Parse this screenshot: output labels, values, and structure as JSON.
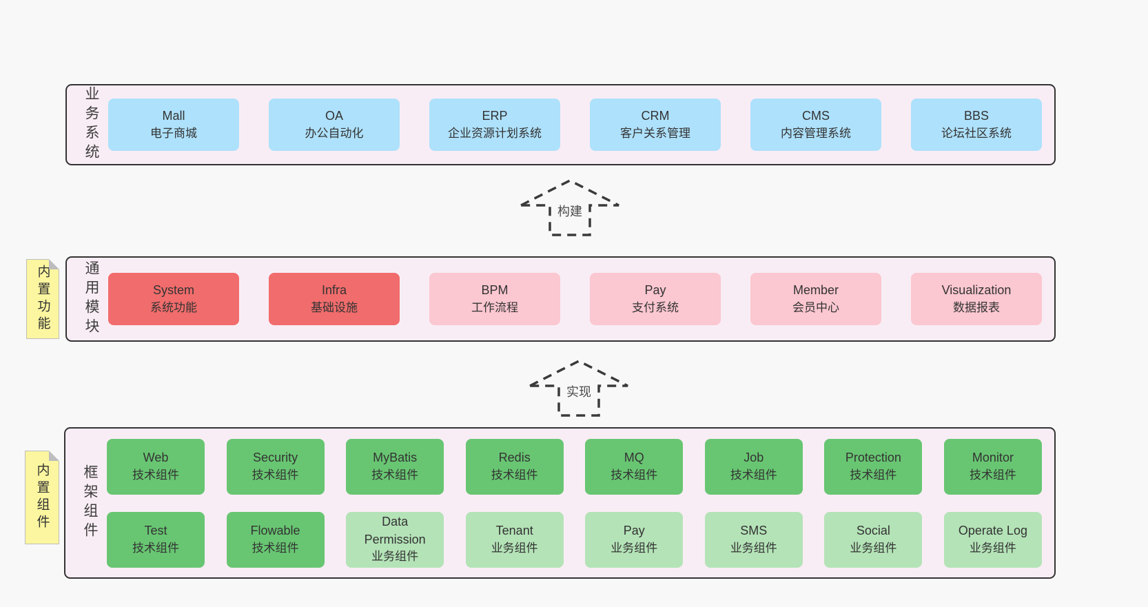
{
  "colors": {
    "page_bg": "#f8f8f8",
    "container_bg": "#f9edf5",
    "container_border": "#333333",
    "blue": "#aee1fb",
    "red": "#f16c6c",
    "pink": "#fbc7d0",
    "green": "#68c672",
    "light_green": "#b4e3b7",
    "sticky_yellow": "#fbf69f",
    "sticky_fold": "#bdbdbd",
    "text": "#333333"
  },
  "sections": {
    "business": {
      "label": "业务系统",
      "boxes": [
        {
          "title": "Mall",
          "subtitle": "电子商城",
          "color": "blue"
        },
        {
          "title": "OA",
          "subtitle": "办公自动化",
          "color": "blue"
        },
        {
          "title": "ERP",
          "subtitle": "企业资源计划系统",
          "color": "blue"
        },
        {
          "title": "CRM",
          "subtitle": "客户关系管理",
          "color": "blue"
        },
        {
          "title": "CMS",
          "subtitle": "内容管理系统",
          "color": "blue"
        },
        {
          "title": "BBS",
          "subtitle": "论坛社区系统",
          "color": "blue"
        }
      ]
    },
    "modules": {
      "label": "通用模块",
      "sticky": "内置功能",
      "boxes": [
        {
          "title": "System",
          "subtitle": "系统功能",
          "color": "red"
        },
        {
          "title": "Infra",
          "subtitle": "基础设施",
          "color": "red"
        },
        {
          "title": "BPM",
          "subtitle": "工作流程",
          "color": "pink"
        },
        {
          "title": "Pay",
          "subtitle": "支付系统",
          "color": "pink"
        },
        {
          "title": "Member",
          "subtitle": "会员中心",
          "color": "pink"
        },
        {
          "title": "Visualization",
          "subtitle": "数据报表",
          "color": "pink"
        }
      ]
    },
    "components": {
      "label": "框架组件",
      "sticky": "内置组件",
      "rows": [
        [
          {
            "title": "Web",
            "subtitle": "技术组件",
            "color": "green"
          },
          {
            "title": "Security",
            "subtitle": "技术组件",
            "color": "green"
          },
          {
            "title": "MyBatis",
            "subtitle": "技术组件",
            "color": "green"
          },
          {
            "title": "Redis",
            "subtitle": "技术组件",
            "color": "green"
          },
          {
            "title": "MQ",
            "subtitle": "技术组件",
            "color": "green"
          },
          {
            "title": "Job",
            "subtitle": "技术组件",
            "color": "green"
          },
          {
            "title": "Protection",
            "subtitle": "技术组件",
            "color": "green"
          },
          {
            "title": "Monitor",
            "subtitle": "技术组件",
            "color": "green"
          }
        ],
        [
          {
            "title": "Test",
            "subtitle": "技术组件",
            "color": "green"
          },
          {
            "title": "Flowable",
            "subtitle": "技术组件",
            "color": "green"
          },
          {
            "title": "Data Permission",
            "subtitle": "业务组件",
            "color": "light_green"
          },
          {
            "title": "Tenant",
            "subtitle": "业务组件",
            "color": "light_green"
          },
          {
            "title": "Pay",
            "subtitle": "业务组件",
            "color": "light_green"
          },
          {
            "title": "SMS",
            "subtitle": "业务组件",
            "color": "light_green"
          },
          {
            "title": "Social",
            "subtitle": "业务组件",
            "color": "light_green"
          },
          {
            "title": "Operate Log",
            "subtitle": "业务组件",
            "color": "light_green"
          }
        ]
      ]
    },
    "arrows": [
      {
        "label": "构建"
      },
      {
        "label": "实现"
      }
    ]
  }
}
